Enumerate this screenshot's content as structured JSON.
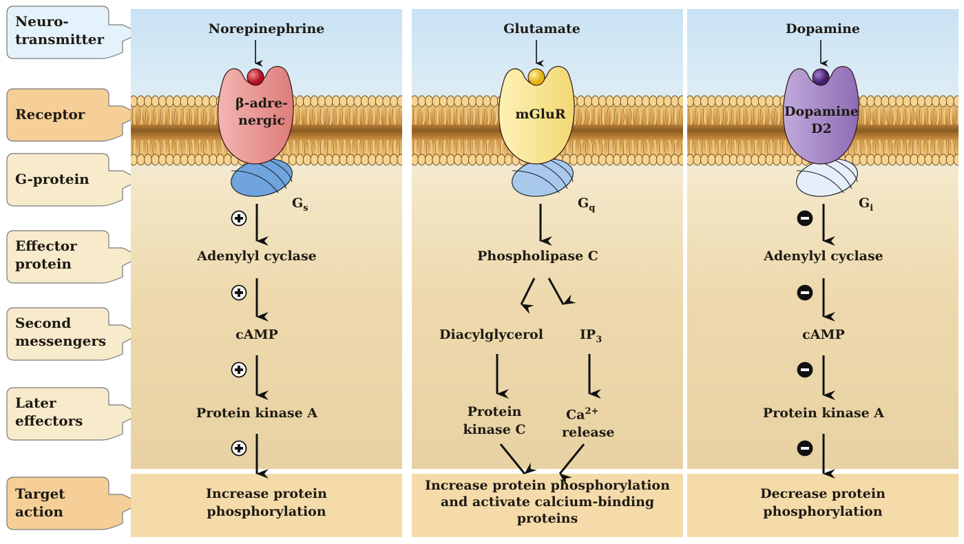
{
  "row_labels": [
    {
      "lines": [
        "Neuro-",
        "transmitter"
      ],
      "fill": "#e4f2fb"
    },
    {
      "lines": [
        "Receptor"
      ],
      "fill": "#f5cf97"
    },
    {
      "lines": [
        "G-protein"
      ],
      "fill": "#f7ebcb"
    },
    {
      "lines": [
        "Effector",
        "protein"
      ],
      "fill": "#f7ebcb"
    },
    {
      "lines": [
        "Second",
        "messengers"
      ],
      "fill": "#f7ebcb"
    },
    {
      "lines": [
        "Later",
        "effectors"
      ],
      "fill": "#f7ebcb"
    },
    {
      "lines": [
        "Target",
        "action"
      ],
      "fill": "#f5cf97"
    }
  ],
  "pathways": [
    {
      "neurotransmitter": "Norepinephrine",
      "receptor": [
        "β-adre-",
        "nergic"
      ],
      "g_protein": {
        "base": "G",
        "sub": "s"
      },
      "effector": "Adenylyl cyclase",
      "second_messenger": "cAMP",
      "later_effector": "Protein kinase A",
      "target": [
        "Increase protein",
        "phosphorylation"
      ],
      "regulation": "positive",
      "colors": {
        "receptor": "#e8928f",
        "ligand": "#c8202e",
        "gprotein": "#6fa4dc"
      }
    },
    {
      "neurotransmitter": "Glutamate",
      "receptor": [
        "mGluR"
      ],
      "g_protein": {
        "base": "G",
        "sub": "q"
      },
      "effector": "Phospholipase C",
      "second_messengers": [
        {
          "text": "Diacylglycerol"
        },
        {
          "text": "IP",
          "sub": "3"
        }
      ],
      "later_effectors": [
        {
          "lines": [
            "Protein",
            "kinase C"
          ]
        },
        {
          "lines": [
            "Ca",
            "release"
          ],
          "sup": "2+"
        }
      ],
      "target": [
        "Increase protein phosphorylation",
        "and activate calcium-binding",
        "proteins"
      ],
      "colors": {
        "receptor": "#f7e38e",
        "ligand": "#f0c21e",
        "gprotein": "#a9c9ec"
      }
    },
    {
      "neurotransmitter": "Dopamine",
      "receptor": [
        "Dopamine",
        "D2"
      ],
      "g_protein": {
        "base": "G",
        "sub": "i"
      },
      "effector": "Adenylyl cyclase",
      "second_messenger": "cAMP",
      "later_effector": "Protein kinase A",
      "target": [
        "Decrease protein",
        "phosphorylation"
      ],
      "regulation": "negative",
      "colors": {
        "receptor": "#a98cc8",
        "ligand": "#5a2f86",
        "gprotein": "#e6eff9"
      }
    }
  ],
  "regulation_symbols": {
    "positive": "+",
    "negative": "−"
  }
}
